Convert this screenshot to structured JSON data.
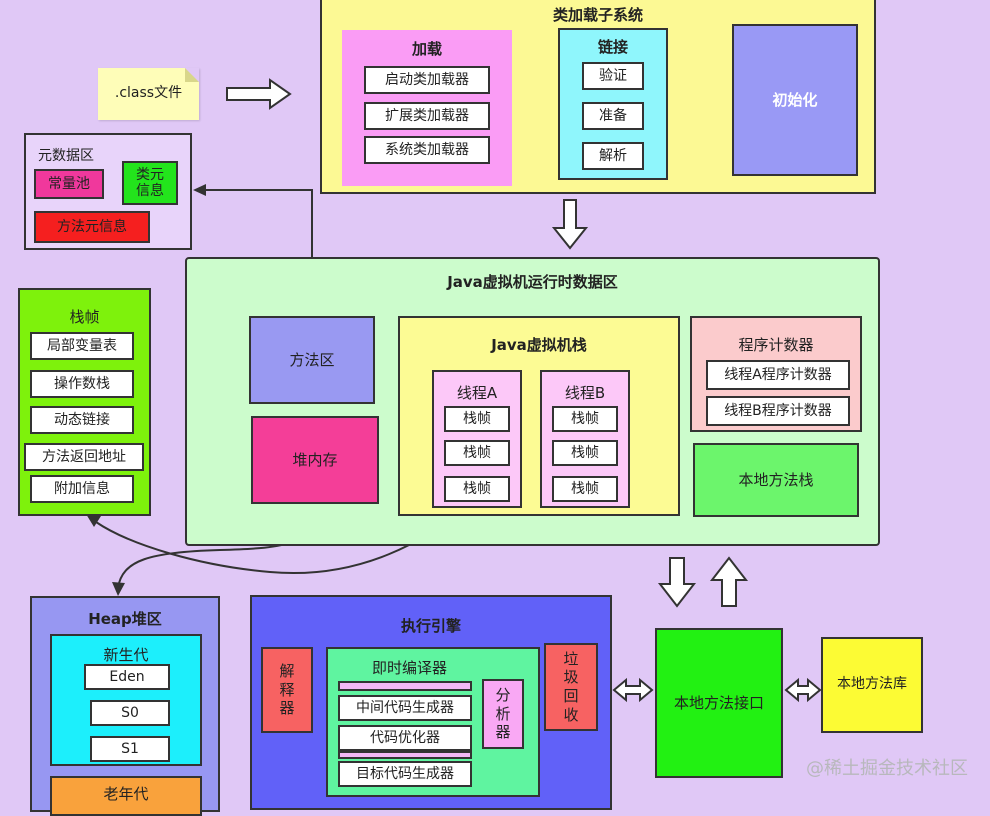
{
  "class_file": ".class文件",
  "class_loader": {
    "title": "类加载子系统",
    "loading": {
      "title": "加载",
      "items": [
        "启动类加载器",
        "扩展类加载器",
        "系统类加载器"
      ]
    },
    "linking": {
      "title": "链接",
      "items": [
        "验证",
        "准备",
        "解析"
      ]
    },
    "init": "初始化"
  },
  "metaspace": {
    "title": "元数据区",
    "constant_pool": "常量池",
    "class_meta": "类元\n信息",
    "method_meta": "方法元信息"
  },
  "stack_frame": {
    "title": "栈帧",
    "items": [
      "局部变量表",
      "操作数栈",
      "动态链接",
      "方法返回地址",
      "附加信息"
    ]
  },
  "runtime": {
    "title": "Java虚拟机运行时数据区",
    "method_area": "方法区",
    "heap": "堆内存",
    "jvm_stack": {
      "title": "Java虚拟机栈",
      "thread_a": {
        "title": "线程A",
        "frames": [
          "栈帧",
          "栈帧",
          "栈帧"
        ]
      },
      "thread_b": {
        "title": "线程B",
        "frames": [
          "栈帧",
          "栈帧",
          "栈帧"
        ]
      }
    },
    "pc": {
      "title": "程序计数器",
      "items": [
        "线程A程序计数器",
        "线程B程序计数器"
      ]
    },
    "native_stack": "本地方法栈"
  },
  "heap_area": {
    "title": "Heap堆区",
    "young": {
      "title": "新生代",
      "items": [
        "Eden",
        "S0",
        "S1"
      ]
    },
    "old": "老年代"
  },
  "engine": {
    "title": "执行引擎",
    "interpreter": "解\n释\n器",
    "jit": {
      "title": "即时编译器",
      "items": [
        "中间代码生成器",
        "代码优化器",
        "目标代码生成器"
      ],
      "analyzer": "分\n析\n器"
    },
    "gc": "垃\n圾\n回\n收"
  },
  "native_interface": "本地方法接口",
  "native_library": "本地方法库",
  "watermark": "@稀土掘金技术社区"
}
